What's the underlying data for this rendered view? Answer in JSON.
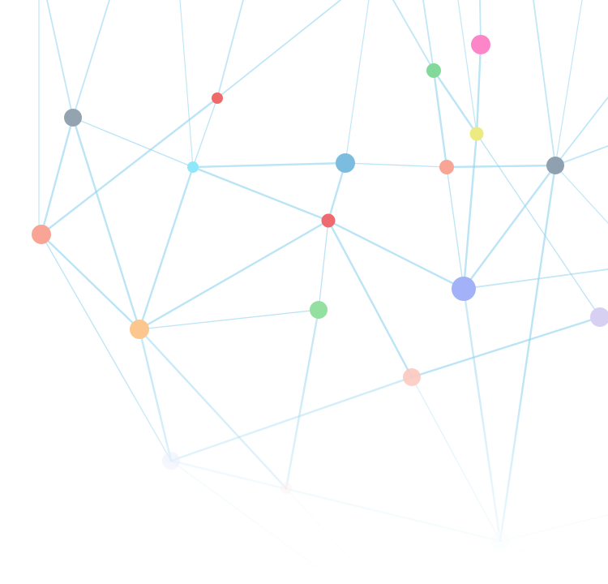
{
  "network": {
    "edge_color": "#8fd3f0",
    "nodes": [
      {
        "id": "n1",
        "color": "#94a3b0"
      },
      {
        "id": "n2",
        "color": "#f16a6a"
      },
      {
        "id": "n3",
        "color": "#8fe7fb"
      },
      {
        "id": "n4",
        "color": "#7cbcdf"
      },
      {
        "id": "n5",
        "color": "#82d99a"
      },
      {
        "id": "n6",
        "color": "#fc86c8"
      },
      {
        "id": "n7",
        "color": "#eeea82"
      },
      {
        "id": "n8",
        "color": "#f9a595"
      },
      {
        "id": "n9",
        "color": "#8fa0b0"
      },
      {
        "id": "n10",
        "color": "#f9a595"
      },
      {
        "id": "n11",
        "color": "#ec6a70"
      },
      {
        "id": "n12",
        "color": "#a3b2f8"
      },
      {
        "id": "n13",
        "color": "#fcc68f"
      },
      {
        "id": "n14",
        "color": "#94e0a0"
      },
      {
        "id": "n15",
        "color": "#d8d0f2"
      },
      {
        "id": "n16",
        "color": "#fcc8c0"
      },
      {
        "id": "n17",
        "color": "#dfe5fb"
      },
      {
        "id": "n18",
        "color": "#fce2de"
      },
      {
        "id": "n19",
        "color": "#e6f4fc"
      }
    ],
    "edges": [
      [
        "n1",
        "n3"
      ],
      [
        "n1",
        "n13"
      ],
      [
        "n1",
        "n10"
      ],
      [
        "n3",
        "n4"
      ],
      [
        "n3",
        "n2"
      ],
      [
        "n3",
        "n13"
      ],
      [
        "n3",
        "n11"
      ],
      [
        "n2",
        "n10"
      ],
      [
        "n4",
        "n8"
      ],
      [
        "n4",
        "n11"
      ],
      [
        "n8",
        "n9"
      ],
      [
        "n8",
        "n5"
      ],
      [
        "n8",
        "n12"
      ],
      [
        "n5",
        "n7"
      ],
      [
        "n7",
        "n6"
      ],
      [
        "n7",
        "n12"
      ],
      [
        "n7",
        "n15"
      ],
      [
        "n9",
        "n12"
      ],
      [
        "n9",
        "n19"
      ],
      [
        "n11",
        "n12"
      ],
      [
        "n11",
        "n14"
      ],
      [
        "n11",
        "n16"
      ],
      [
        "n11",
        "n13"
      ],
      [
        "n12",
        "n19"
      ],
      [
        "n13",
        "n14"
      ],
      [
        "n13",
        "n17"
      ],
      [
        "n13",
        "n18"
      ],
      [
        "n10",
        "n13"
      ],
      [
        "n10",
        "n17"
      ],
      [
        "n14",
        "n18"
      ],
      [
        "n16",
        "n15"
      ],
      [
        "n16",
        "n17"
      ],
      [
        "n16",
        "n19"
      ],
      [
        "n17",
        "n19"
      ]
    ]
  }
}
